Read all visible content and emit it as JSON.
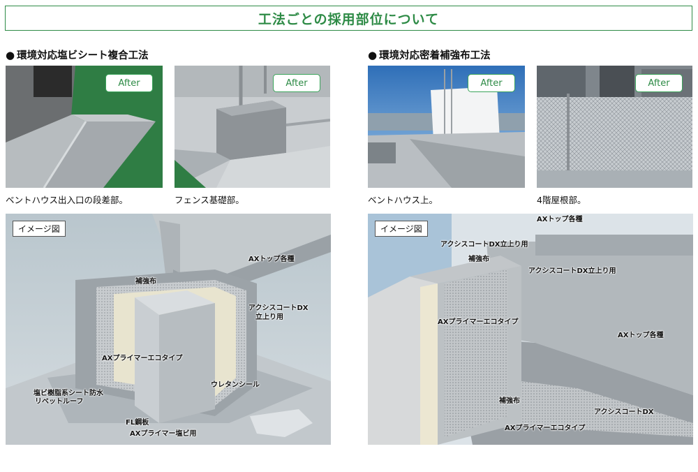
{
  "page": {
    "title": "工法ごとの採用部位について"
  },
  "sections": [
    {
      "title": "環境対応塩ビシート複合工法",
      "bullet": "●",
      "photos": [
        {
          "badge": "After",
          "caption": "ベントハウス出入口の段差部。"
        },
        {
          "badge": "After",
          "caption": "フェンス基礎部。"
        }
      ],
      "diagram": {
        "tag": "イメージ図",
        "labels": {
          "ax_top": "AXトップ各種",
          "hokyo": "補強布",
          "axis_coat_1": "アクシスコートDX",
          "axis_coat_2": "立上り用",
          "primer_eco": "AXプライマーエコタイプ",
          "urethane": "ウレタンシール",
          "sheet_1": "塩ビ樹脂系シート防水",
          "sheet_2": "リベットルーフ",
          "fl_plate": "FL鋼板",
          "primer_pvc": "AXプライマー塩ビ用"
        }
      }
    },
    {
      "title": "環境対応密着補強布工法",
      "bullet": "●",
      "photos": [
        {
          "badge": "After",
          "caption": "ベントハウス上。"
        },
        {
          "badge": "After",
          "caption": "4階屋根部。"
        }
      ],
      "diagram": {
        "tag": "イメージ図",
        "labels": {
          "ax_top_upper": "AXトップ各種",
          "axis_coat_up_left": "アクシスコートDX立上り用",
          "hokyo_upper": "補強布",
          "axis_coat_up_right": "アクシスコートDX立上り用",
          "primer_eco": "AXプライマーエコタイプ",
          "ax_top_right": "AXトップ各種",
          "hokyo_lower": "補強布",
          "axis_coat_dx": "アクシスコートDX",
          "primer_eco_lower": "AXプライマーエコタイプ"
        }
      }
    }
  ]
}
